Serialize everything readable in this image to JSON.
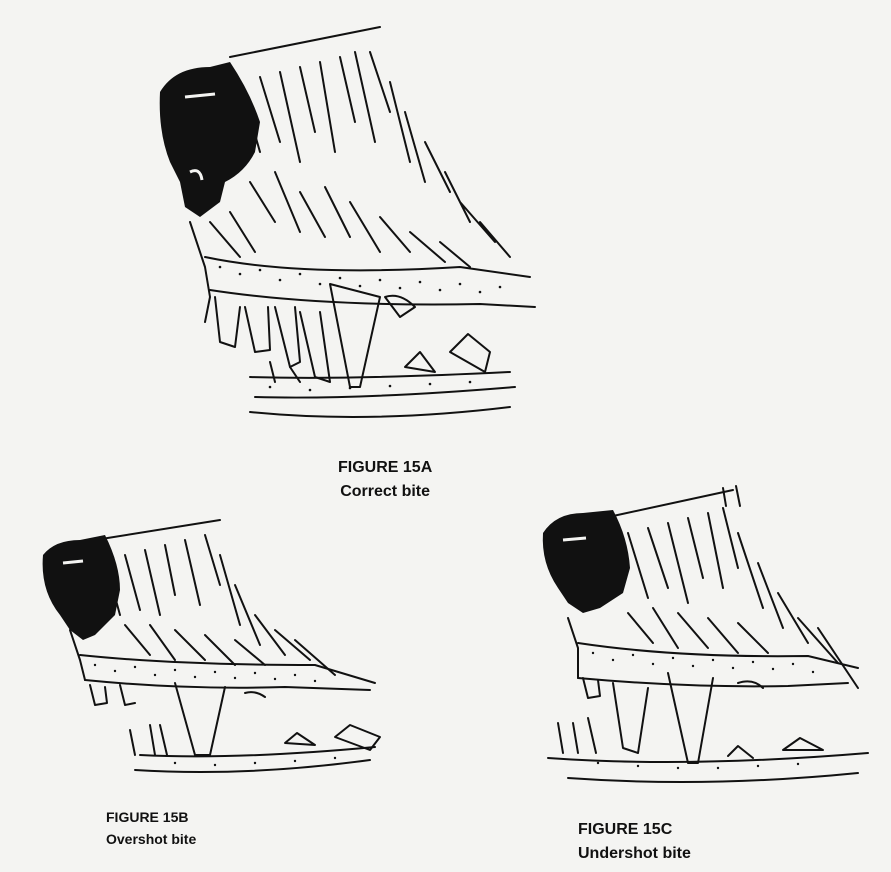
{
  "figures": [
    {
      "id": "15A",
      "title": "FIGURE 15A",
      "subtitle": "Correct bite"
    },
    {
      "id": "15B",
      "title": "FIGURE 15B",
      "subtitle": "Overshot bite"
    },
    {
      "id": "15C",
      "title": "FIGURE 15C",
      "subtitle": "Undershot bite"
    }
  ],
  "colors": {
    "ink": "#111111",
    "paper": "#f4f4f2"
  },
  "icons": [
    "dog-muzzle-illustration"
  ]
}
